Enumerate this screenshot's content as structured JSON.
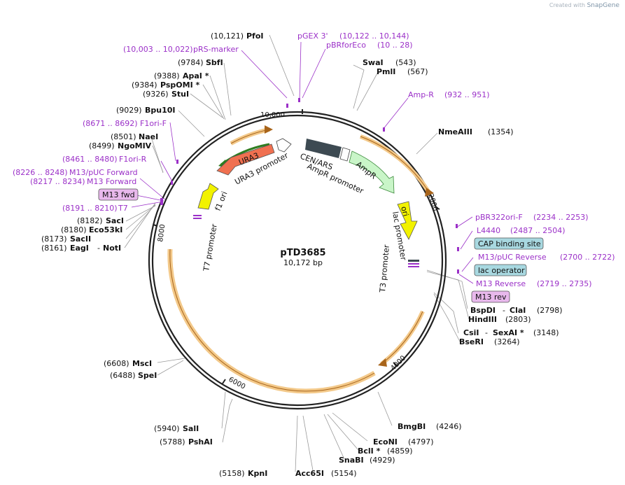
{
  "credit": {
    "prefix": "Created with",
    "brand": "SnapGene"
  },
  "plasmid": {
    "name": "pTD3685",
    "length": "10,172 bp"
  },
  "ticks": [
    "10,000",
    "2000",
    "4000",
    "6000",
    "8000"
  ],
  "sites": [
    {
      "name": "PfoI",
      "pos": "(10,121)"
    },
    {
      "name": "SwaI",
      "pos": "(543)"
    },
    {
      "name": "PmlI",
      "pos": "(567)"
    },
    {
      "name": "NmeAIII",
      "pos": "(1354)"
    },
    {
      "name": "BspDI",
      "extra": "ClaI",
      "pos": "(2798)"
    },
    {
      "name": "HindIII",
      "pos": "(2803)"
    },
    {
      "name": "CsiI",
      "extra": "SexAI *",
      "pos": "(3148)"
    },
    {
      "name": "BseRI",
      "pos": "(3264)"
    },
    {
      "name": "BmgBI",
      "pos": "(4246)"
    },
    {
      "name": "EcoNI",
      "pos": "(4797)"
    },
    {
      "name": "BclI *",
      "pos": "(4859)"
    },
    {
      "name": "SnaBI",
      "pos": "(4929)"
    },
    {
      "name": "Acc65I",
      "pos": "(5154)"
    },
    {
      "name": "KpnI",
      "pos": "(5158)"
    },
    {
      "name": "PshAI",
      "pos": "(5788)"
    },
    {
      "name": "SalI",
      "pos": "(5940)"
    },
    {
      "name": "SpeI",
      "pos": "(6488)"
    },
    {
      "name": "MscI",
      "pos": "(6608)"
    },
    {
      "name": "EagI",
      "extra": "NotI",
      "pos": "(8161)"
    },
    {
      "name": "SacII",
      "pos": "(8173)"
    },
    {
      "name": "Eco53kI",
      "pos": "(8180)"
    },
    {
      "name": "SacI",
      "pos": "(8182)"
    },
    {
      "name": "NgoMIV",
      "pos": "(8499)"
    },
    {
      "name": "NaeI",
      "pos": "(8501)"
    },
    {
      "name": "Bpu10I",
      "pos": "(9029)"
    },
    {
      "name": "StuI",
      "pos": "(9326)"
    },
    {
      "name": "PspOMI *",
      "pos": "(9384)"
    },
    {
      "name": "ApaI *",
      "pos": "(9388)"
    },
    {
      "name": "SbfI",
      "pos": "(9784)"
    }
  ],
  "primers": [
    {
      "name": "pGEX 3'",
      "range": "(10,122 .. 10,144)"
    },
    {
      "name": "pBRforEco",
      "range": "(10 .. 28)"
    },
    {
      "name": "pRS-marker",
      "range": "(10,003 .. 10,022)"
    },
    {
      "name": "Amp-R",
      "range": "(932 .. 951)"
    },
    {
      "name": "pBR322ori-F",
      "range": "(2234 .. 2253)"
    },
    {
      "name": "L4440",
      "range": "(2487 .. 2504)"
    },
    {
      "name": "M13/pUC Reverse",
      "range": "(2700 .. 2722)"
    },
    {
      "name": "M13 Reverse",
      "range": "(2719 .. 2735)"
    },
    {
      "name": "F1ori-F",
      "range": "(8671 .. 8692)"
    },
    {
      "name": "F1ori-R",
      "range": "(8461 .. 8480)"
    },
    {
      "name": "M13/pUC Forward",
      "range": "(8226 .. 8248)"
    },
    {
      "name": "M13 Forward",
      "range": "(8217 .. 8234)"
    },
    {
      "name": "T7",
      "range": "(8191 .. 8210)"
    }
  ],
  "boxed": {
    "cap": "CAP binding site",
    "lacop": "lac operator",
    "m13rev": "M13 rev",
    "m13fwd": "M13 fwd"
  },
  "features": {
    "cen": "CEN/ARS",
    "ampr_prom": "AmpR promoter",
    "ampr": "AmpR",
    "ori": "ori",
    "lac_prom": "lac promoter",
    "t3_prom": "T3 promoter",
    "t7_prom": "T7 promoter",
    "f1ori": "f1 ori",
    "ura3": "URA3",
    "ura3_prom": "URA3 promoter"
  },
  "colors": {
    "primer": "#9b30c8",
    "orf_fill": "#f3c98a",
    "orf_line": "#a8641a",
    "ampr": "#c9f5c8",
    "ura3": "#f07050",
    "promoter": "#ffffff",
    "ori": "#f2f200",
    "cen": "#3d4a52",
    "cap_box": "#a8d8e0",
    "m13_box": "#e8b8ec"
  }
}
